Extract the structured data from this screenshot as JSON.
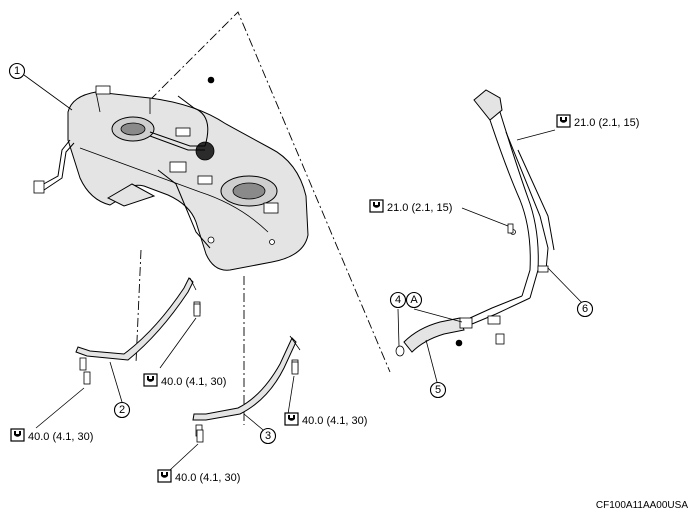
{
  "callouts": {
    "c1": "1",
    "c2": "2",
    "c3": "3",
    "c4": "4",
    "cA": "A",
    "c5": "5",
    "c6": "6"
  },
  "torque": {
    "t1": "21.0 (2.1, 15)",
    "t2": "21.0 (2.1, 15)",
    "t3": "40.0 (4.1, 30)",
    "t4": "40.0 (4.1, 30)",
    "t5": "40.0 (4.1, 30)",
    "t6": "40.0 (4.1, 30)"
  },
  "figure_code": "CF100A11AA00USA"
}
